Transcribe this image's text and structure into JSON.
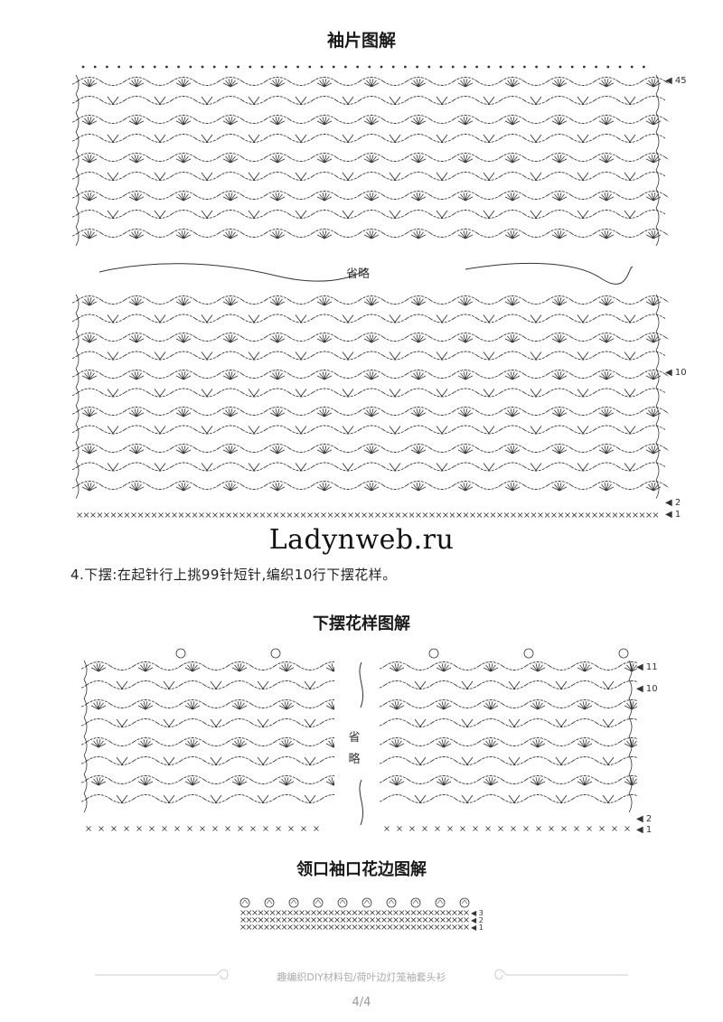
{
  "sleeve": {
    "title": "袖片图解",
    "omit_label": "省略",
    "row_labels": [
      "45",
      "10",
      "2",
      "1"
    ]
  },
  "watermark": "Ladynweb.ru",
  "instruction": "4.下摆:在起针行上挑99针短针,编织10行下摆花样。",
  "hem": {
    "title": "下摆花样图解",
    "omit_label": [
      "省",
      "略"
    ],
    "row_labels": [
      "11",
      "10",
      "2",
      "1"
    ]
  },
  "neck": {
    "title": "领口袖口花边图解",
    "row_labels": [
      "3",
      "2",
      "1"
    ]
  },
  "footer": {
    "text": "趣编织DIY材料包/荷叶边灯笼袖套头衫",
    "page": "4/4"
  },
  "colors": {
    "ink": "#333333",
    "footer": "#aaaaaa"
  }
}
